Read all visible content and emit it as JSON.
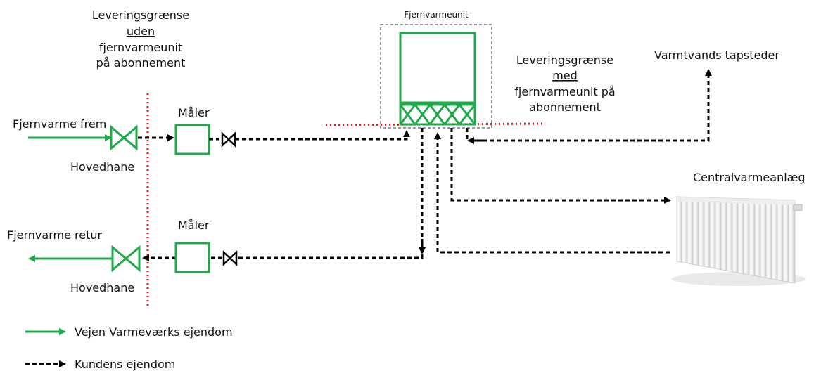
{
  "colors": {
    "utility": "#1faa4a",
    "customer": "#000000",
    "boundary": "#e8141a",
    "unit_frame": "#333333"
  },
  "labels": {
    "boundary_without_unit": [
      "Leveringsgrænse",
      "uden",
      "fjernvarmeunit",
      "på abonnement"
    ],
    "boundary_with_unit": [
      "Leveringsgrænse",
      "med",
      "fjernvarmeunit på",
      "abonnement"
    ],
    "unit_title": "Fjernvarmeunit",
    "supply": "Fjernvarme frem",
    "return": "Fjernvarme retur",
    "main_valve_top": "Hovedhane",
    "main_valve_bottom": "Hovedhane",
    "meter_top": "Måler",
    "meter_bottom": "Måler",
    "hot_water": "Varmtvands tapsteder",
    "central_heating": "Centralvarmeanlæg"
  },
  "legend": {
    "utility_property": "Vejen Varmeværks ejendom",
    "customer_property": "Kundens ejendom"
  },
  "icons": {
    "valve": "valve-icon",
    "meter": "meter-icon",
    "heat_exchanger": "heat-exchanger-icon",
    "radiator": "radiator-icon"
  }
}
